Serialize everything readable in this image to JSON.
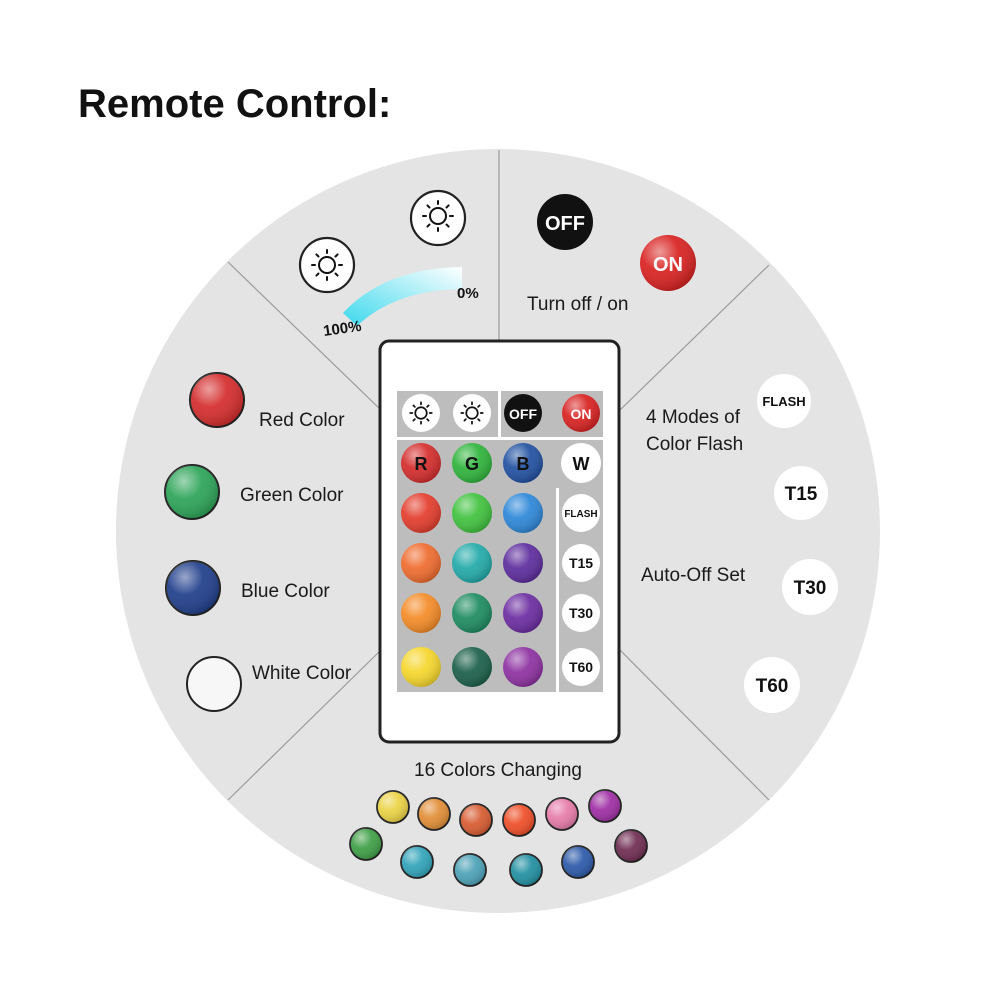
{
  "title": "Remote Control:",
  "labels": {
    "percent_100": "100%",
    "percent_0": "0%",
    "turn_off_on": "Turn off / on",
    "flash_modes_line1": "4 Modes of",
    "flash_modes_line2": "Color Flash",
    "auto_off": "Auto-Off Set",
    "colors_changing": "16 Colors Changing",
    "red": "Red Color",
    "green": "Green Color",
    "blue": "Blue Color",
    "white": "White Color"
  },
  "buttons": {
    "off": "OFF",
    "on": "ON",
    "flash": "FLASH",
    "t15": "T15",
    "t30": "T30",
    "t60": "T60",
    "r": "R",
    "g": "G",
    "b": "B",
    "w": "W"
  },
  "colors": {
    "red": "#d42a2a",
    "green": "#2aa356",
    "blue": "#1d3c8a",
    "white": "#f7f7f7",
    "on_button": "#d8201f",
    "off_button": "#111111",
    "panel": "#e4e4e4",
    "arc_start": "#40e0f0"
  },
  "remote_grid_colors": [
    [
      "#e33b2b",
      "#3ec13c",
      "#2b86d8"
    ],
    [
      "#ef6a2c",
      "#20a9a8",
      "#5b2a9c"
    ],
    [
      "#f48a25",
      "#1b8a5f",
      "#6a2aa0"
    ],
    [
      "#f6d62a",
      "#195e48",
      "#8c2fa0"
    ]
  ],
  "changing_colors": [
    "#ead242",
    "#e08c34",
    "#d6592e",
    "#ee4b24",
    "#e679a8",
    "#9d2ba2",
    "#3c9e44",
    "#2ea2b8",
    "#4aa0b6",
    "#1f8ea0",
    "#2857a8",
    "#6e2a50"
  ]
}
